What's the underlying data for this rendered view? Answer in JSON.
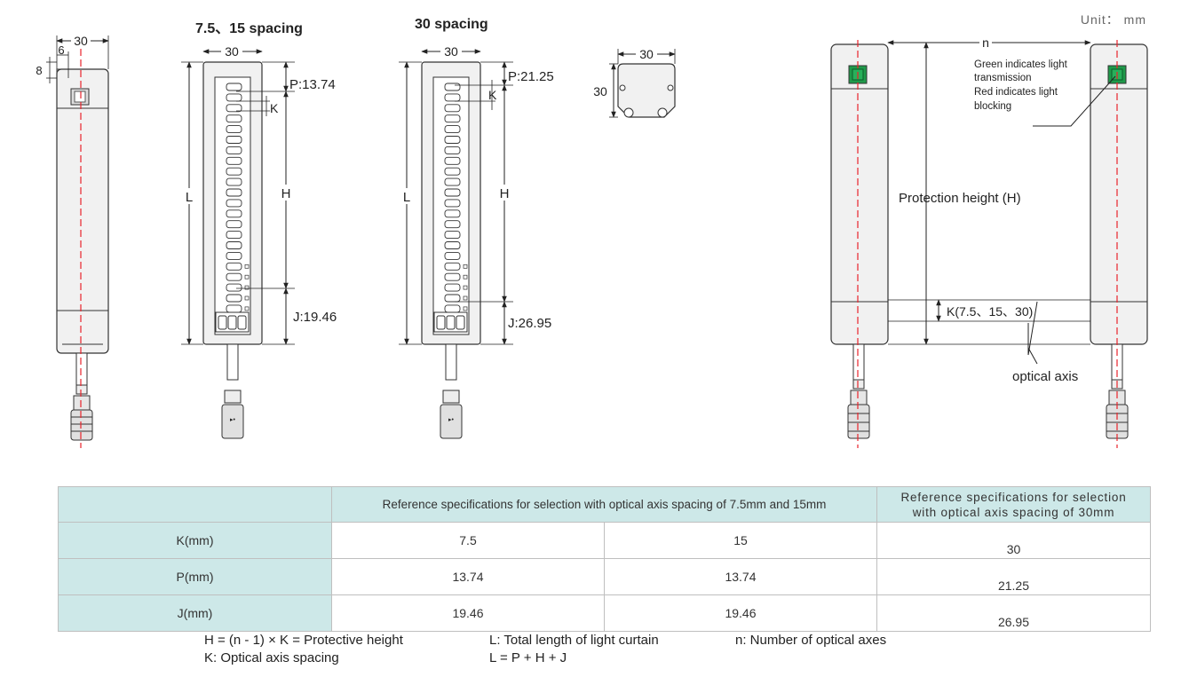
{
  "unit_label": "Unit： mm",
  "titles": {
    "spacing_7_15": "7.5、15 spacing",
    "spacing_30": "30 spacing"
  },
  "dims": {
    "width_30": "30",
    "dim_6": "6",
    "dim_8": "8",
    "L": "L",
    "H": "H",
    "K": "K",
    "p_7_15": "P:13.74",
    "j_7_15": "J:19.46",
    "p_30": "P:21.25",
    "j_30": "J:26.95",
    "n": "n"
  },
  "pair_diagram": {
    "note_line1": "Green indicates light",
    "note_line2": "transmission",
    "note_line3": "Red indicates light",
    "note_line4": "blocking",
    "protection_height": "Protection height (H)",
    "k_values": "K(7.5、15、30)",
    "optical_axis": "optical axis"
  },
  "table": {
    "header_7_15": "Reference specifications for selection with optical axis spacing of 7.5mm and 15mm",
    "header_30_line1": "Reference specifications for selection",
    "header_30_line2": "with optical axis spacing of 30mm",
    "rows": [
      {
        "label": "K(mm)",
        "v1": "7.5",
        "v2": "15",
        "v3": "30"
      },
      {
        "label": "P(mm)",
        "v1": "13.74",
        "v2": "13.74",
        "v3": "21.25"
      },
      {
        "label": "J(mm)",
        "v1": "19.46",
        "v2": "19.46",
        "v3": "26.95"
      }
    ]
  },
  "notes": {
    "h_formula": "H = (n - 1) × K = Protective height",
    "k_def": "K: Optical axis spacing",
    "l_def": "L: Total length of light curtain",
    "l_formula": "L = P + H + J",
    "n_def": "n: Number of optical axes"
  },
  "colors": {
    "axis_line": "#e8232b",
    "indicator_green": "#1f9a4a",
    "table_header": "#cde8e8",
    "body_fill": "#f1f1f1"
  }
}
